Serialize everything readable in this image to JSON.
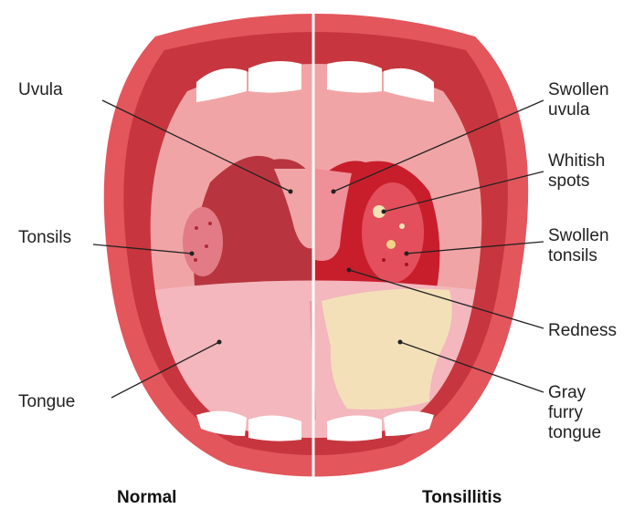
{
  "captions": {
    "normal": "Normal",
    "tonsillitis": "Tonsillitis"
  },
  "labels_left": {
    "uvula": "Uvula",
    "tonsils": "Tonsils",
    "tongue": "Tongue"
  },
  "labels_right": {
    "swollen_uvula": "Swollen\nuvula",
    "whitish_spots": "Whitish\nspots",
    "swollen_tonsils": "Swollen\ntonsils",
    "redness": "Redness",
    "gray_furry_tongue": "Gray\nfurry\ntongue"
  },
  "colors": {
    "lips": "#e2565c",
    "lip_shade": "#c7363e",
    "teeth": "#ffffff",
    "palate": "#f1a4a6",
    "throat_normal": "#b8353f",
    "throat_inflamed": "#c81e2c",
    "tongue": "#f3b7bd",
    "coating": "#f3e4b8",
    "divider": "#ffffff"
  }
}
